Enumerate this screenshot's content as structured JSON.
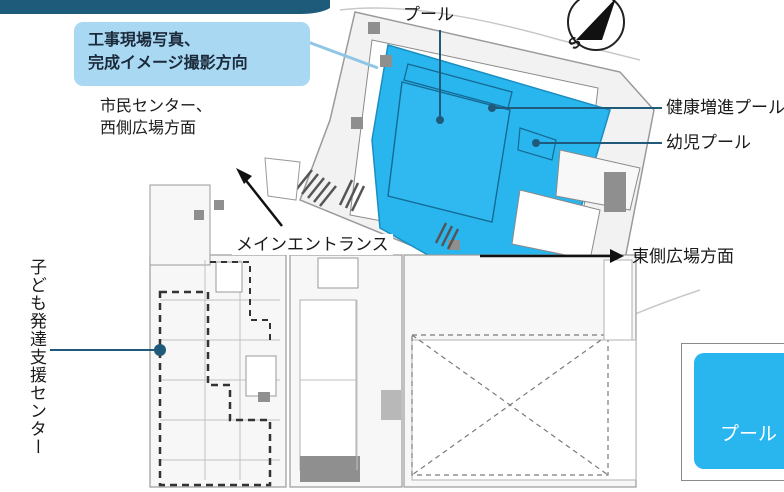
{
  "labels": {
    "pool": "プール",
    "health_pool": "健康増進プール",
    "infant_pool": "幼児プール",
    "citizen_center_1": "市民センター、",
    "citizen_center_2": "西側広場方面",
    "main_entrance": "メインエントランス",
    "east_plaza": "東側広場方面",
    "child_center": "子ども発達支援センター"
  },
  "callout": {
    "line1": "工事現場写真、",
    "line2": "完成イメージ撮影方向"
  },
  "compass": {
    "letter": "S"
  },
  "legend": {
    "label": "プール"
  },
  "colors": {
    "pool_blue": "#29b6ef",
    "callout_bg": "#a9d8f2",
    "leader_line": "#1f5a7a",
    "building_gray": "#bfbfbf"
  }
}
